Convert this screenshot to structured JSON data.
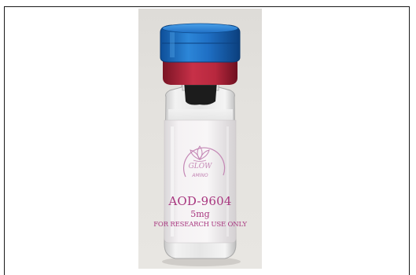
{
  "photo": {
    "subject": "vial",
    "label": {
      "brand": "GLOW",
      "brand_sub": "AMINO",
      "product_name": "AOD-9604",
      "dose": "5mg",
      "disclaimer": "FOR RESEARCH USE ONLY"
    },
    "icons": {
      "logo": "lotus-icon"
    },
    "colors": {
      "cap": "#1f6fc4",
      "crimp": "#b8283e",
      "label_text": "#a8367f",
      "background": "#e2e0dc"
    }
  }
}
